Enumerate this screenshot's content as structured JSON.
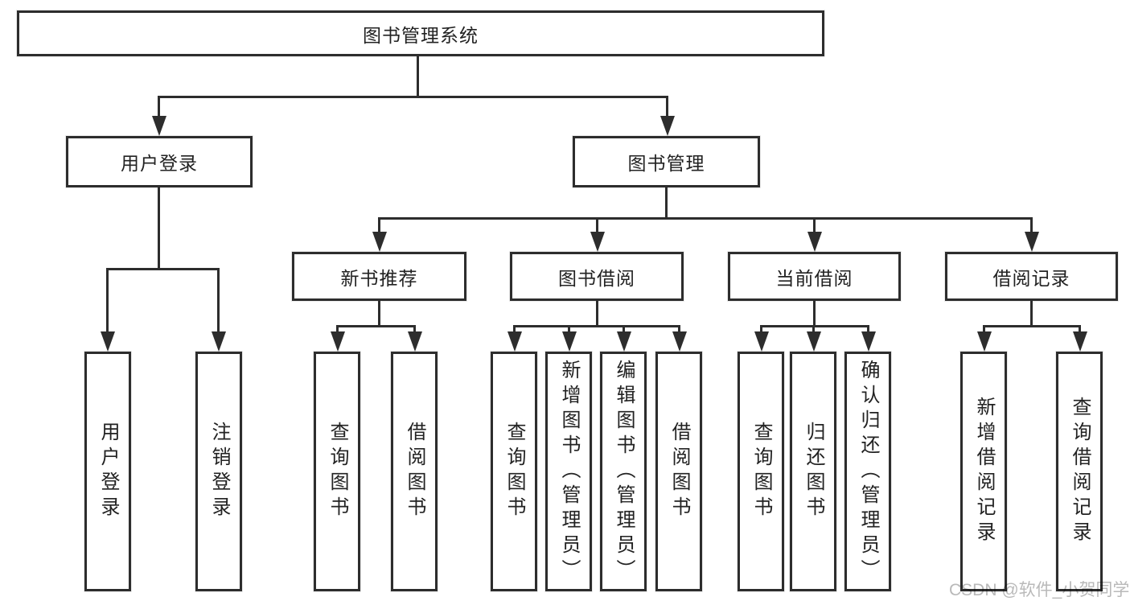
{
  "diagram": {
    "title": "图书管理系统",
    "branches": [
      {
        "label": "用户登录",
        "leaves": [
          "用户登录",
          "注销登录"
        ]
      },
      {
        "label": "图书管理",
        "groups": [
          {
            "label": "新书推荐",
            "leaves": [
              "查询图书",
              "借阅图书"
            ]
          },
          {
            "label": "图书借阅",
            "leaves": [
              "查询图书",
              "新增图书（管理员）",
              "编辑图书（管理员）",
              "借阅图书"
            ]
          },
          {
            "label": "当前借阅",
            "leaves": [
              "查询图书",
              "归还图书",
              "确认归还（管理员）"
            ]
          },
          {
            "label": "借阅记录",
            "leaves": [
              "新增借阅记录",
              "查询借阅记录"
            ]
          }
        ]
      }
    ]
  },
  "watermark": "CSDN @软件_小贺同学",
  "colors": {
    "line": "#2d2d2d",
    "box_border": "#2d2d2d",
    "text": "#222222",
    "watermark": "#b9b9b9",
    "background": "#ffffff"
  }
}
